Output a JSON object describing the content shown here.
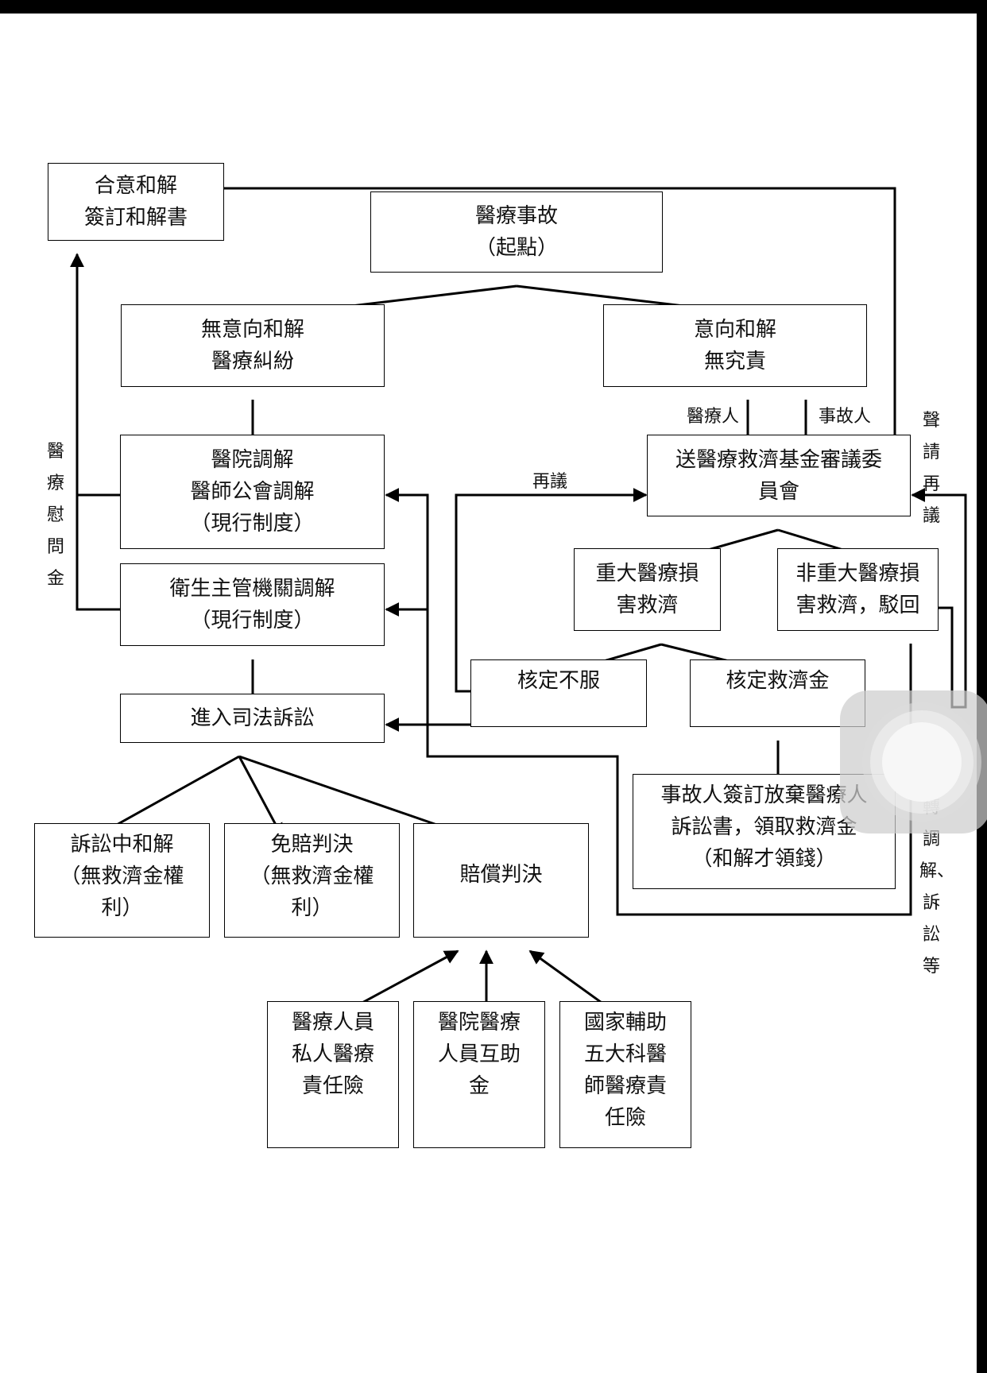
{
  "nodes": {
    "settlement_agreement": [
      "合意和解",
      "簽訂和解書"
    ],
    "medical_incident": [
      "醫療事故",
      "（起點）"
    ],
    "no_intent_settlement": [
      "無意向和解",
      "醫療糾紛"
    ],
    "intent_settlement": [
      "意向和解",
      "無究責"
    ],
    "hospital_mediation": [
      "醫院調解",
      "醫師公會調解",
      "（現行制度）"
    ],
    "fund_committee": [
      "送醫療救濟基金審議委",
      "員會"
    ],
    "health_authority_mediation": [
      "衛生主管機關調解",
      "（現行制度）"
    ],
    "major_damage_relief": [
      "重大醫療損",
      "害救濟"
    ],
    "non_major_rejected": [
      "非重大醫療損",
      "害救濟，駁回"
    ],
    "dispute_ruling": [
      "核定不服"
    ],
    "approved_relief": [
      "核定救濟金"
    ],
    "judicial_litigation": [
      "進入司法訴訟"
    ],
    "waiver_receive_relief": [
      "事故人簽訂放棄醫療人",
      "訴訟書，領取救濟金",
      "（和解才領錢）"
    ],
    "settlement_in_litigation": [
      "訴訟中和解",
      "（無救濟金權",
      "利）"
    ],
    "exemption_judgment": [
      "免賠判決",
      "（無救濟金權",
      "利）"
    ],
    "compensation_judgment": [
      "賠償判決"
    ],
    "private_insurance": [
      "醫療人員",
      "私人醫療",
      "責任險"
    ],
    "hospital_mutual_fund": [
      "醫院醫療",
      "人員互助",
      "金"
    ],
    "state_subsidized_insurance": [
      "國家輔助",
      "五大科醫",
      "師醫療責",
      "任險"
    ]
  },
  "labels": {
    "medical_staff": "醫療人",
    "accident_party": "事故人",
    "reconsideration": "再議",
    "condolence_money": "醫療慰問金",
    "apply_reconsideration": "聲請再議",
    "transfer_mediation_litigation": "逕轉調解、訴訟等"
  },
  "colors": {
    "line": "#000000",
    "page": "#ffffff",
    "background": "#000000"
  }
}
